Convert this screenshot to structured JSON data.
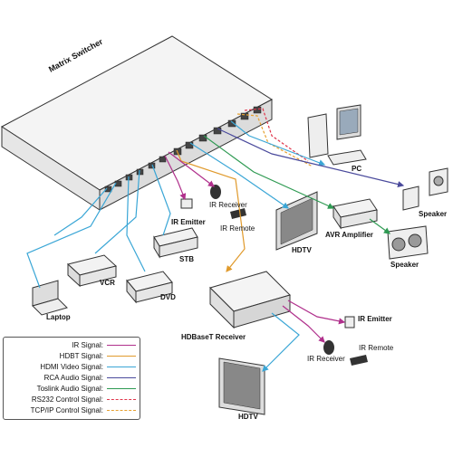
{
  "colors": {
    "ir": "#b0308c",
    "hdbt": "#e09a2c",
    "hdmi": "#3aa6d6",
    "rca": "#4a4a9c",
    "toslink": "#2e9a52",
    "rs232": "#e0344a",
    "tcpip": "#e6a030"
  },
  "devices": {
    "matrix_switcher": "Matrix Switcher",
    "pc": "PC",
    "speaker_right": "Speaker",
    "speaker_bottom": "Speaker",
    "avr_amplifier": "AVR  Amplifier",
    "hdtv_top": "HDTV",
    "hdtv_bottom": "HDTV",
    "ir_receiver_top": "IR Receiver",
    "ir_emitter_top": "IR Emitter",
    "ir_remote_top": "IR Remote",
    "stb": "STB",
    "vcr": "VCR",
    "dvd": "DVD",
    "laptop": "Laptop",
    "hdbaset_receiver": "HDBaseT Receiver",
    "ir_emitter_right": "IR Emitter",
    "ir_receiver_bottom": "IR Receiver",
    "ir_remote_bottom": "IR Remote"
  },
  "legend": [
    {
      "label": "IR  Signal:",
      "color": "#b0308c",
      "style": "solid"
    },
    {
      "label": "HDBT  Signal:",
      "color": "#e09a2c",
      "style": "solid"
    },
    {
      "label": "HDMI Video Signal:",
      "color": "#3aa6d6",
      "style": "solid"
    },
    {
      "label": "RCA Audio Signal:",
      "color": "#4a4a9c",
      "style": "solid"
    },
    {
      "label": "Toslink Audio Signal:",
      "color": "#2e9a52",
      "style": "solid"
    },
    {
      "label": "RS232 Control  Signal:",
      "color": "#e0344a",
      "style": "dashed"
    },
    {
      "label": "TCP/IP Control  Signal:",
      "color": "#e6a030",
      "style": "dashed"
    }
  ]
}
